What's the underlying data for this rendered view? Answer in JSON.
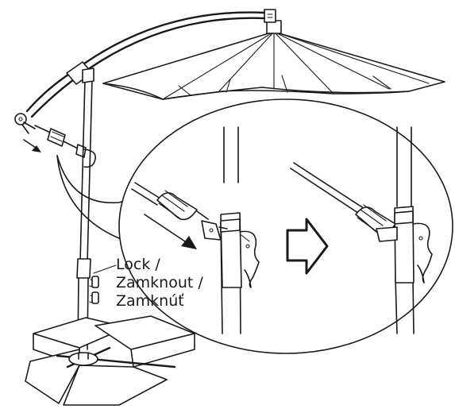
{
  "callout": {
    "lines": [
      "Lock /",
      "Zamknout /",
      "Zamknúť"
    ]
  },
  "icons": {
    "transition_arrow": "outlined-right-arrow-icon",
    "motion_arrow": "motion-arrow-icon"
  },
  "colors": {
    "ink": "#1a1a1a",
    "paper": "#ffffff"
  }
}
